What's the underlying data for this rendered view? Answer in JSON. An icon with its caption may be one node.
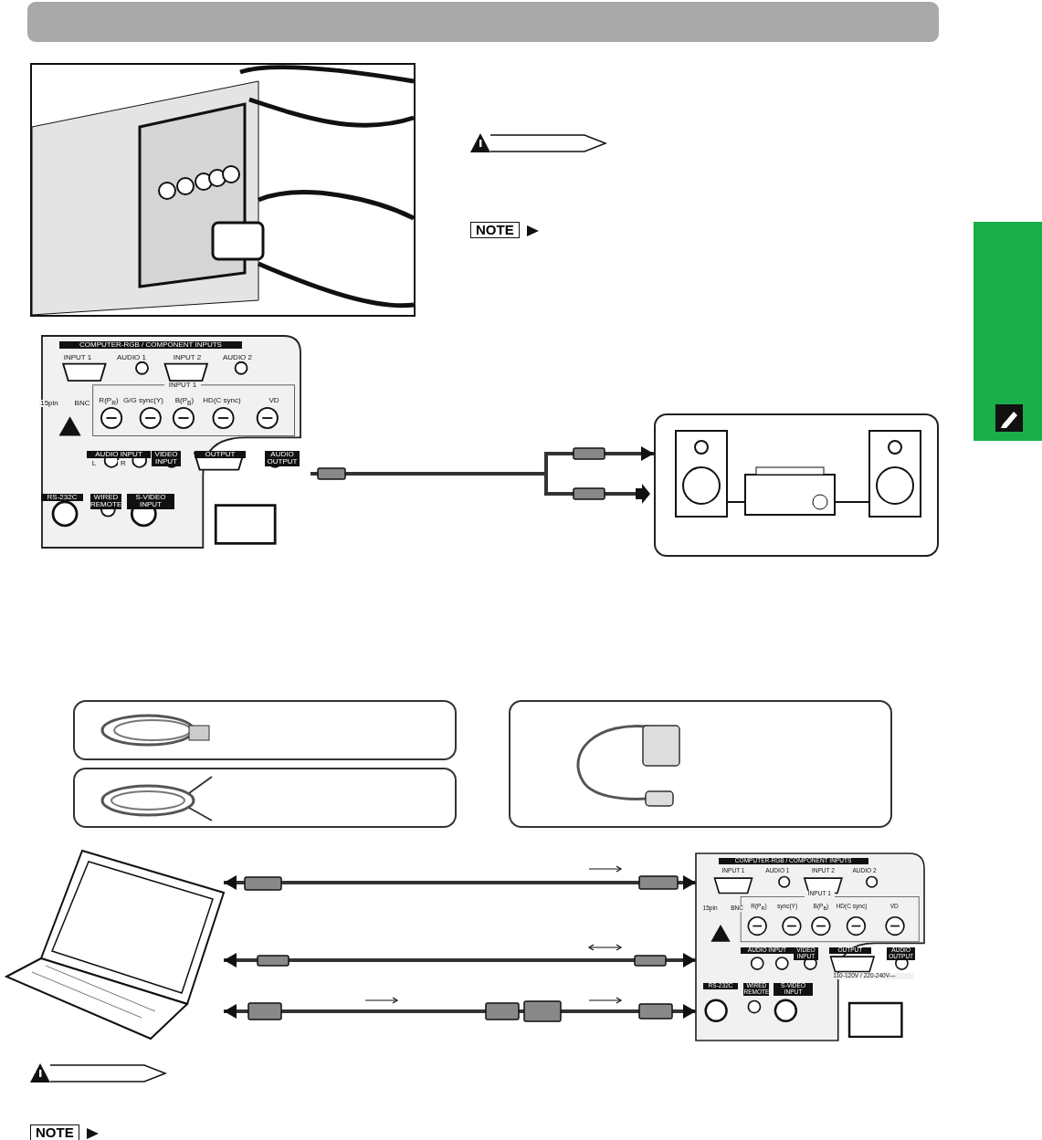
{
  "diagram": {
    "nodes": [
      {
        "text": [
          "COMPUTER-RGB / COMPONENT INPUTS",
          "INPUT 1",
          "AUDIO 1",
          "INPUT 2",
          "AUDIO 2",
          "15pin",
          "BNC",
          "INPUT 1",
          "R(P$_{R}$)",
          "G/G sync(Y)",
          "B(P$_{B}$)",
          "HD(C sync)",
          "VD",
          "AUDIO INPUT",
          "L",
          "R",
          "VIDEO INPUT",
          "OUTPUT",
          "AUDIO OUTPUT",
          "RS-232C",
          "WIRED REMOTE",
          "S-VIDEO INPUT"
        ]
      },
      {
        "text": [],
        "shape": "picture"
      },
      {
        "text": [],
        "shape": "picture"
      },
      {
        "text": [
          "COMPUTER-RGB / COMPONENT INPUTS",
          "INPUT 1",
          "AUDIO 1",
          "INPUT 2",
          "AUDIO 2",
          "15pin",
          "BNC",
          "INPUT 1",
          "R(P$_{R}$)",
          "sync(Y)",
          "B(P$_{B}$)",
          "HD(C sync)",
          "VD",
          "AUDIO INPUT",
          "VIDEO INPUT",
          "OUTPUT",
          "AUDIO OUTPUT",
          "RS-232C",
          "WIRED REMOTE",
          "S-VIDEO INPUT",
          "110-120V / 220-240V—"
        ]
      }
    ],
    "edges": [
      {
        "from": 0,
        "to": 1,
        "arrow": "to"
      },
      {
        "from": 2,
        "to": 3,
        "arrow": "both"
      },
      {
        "from": 2,
        "to": 3,
        "arrow": "both"
      },
      {
        "from": 2,
        "to": 3,
        "arrow": "both"
      }
    ],
    "labels": [
      "NOTE",
      "NOTE"
    ]
  }
}
